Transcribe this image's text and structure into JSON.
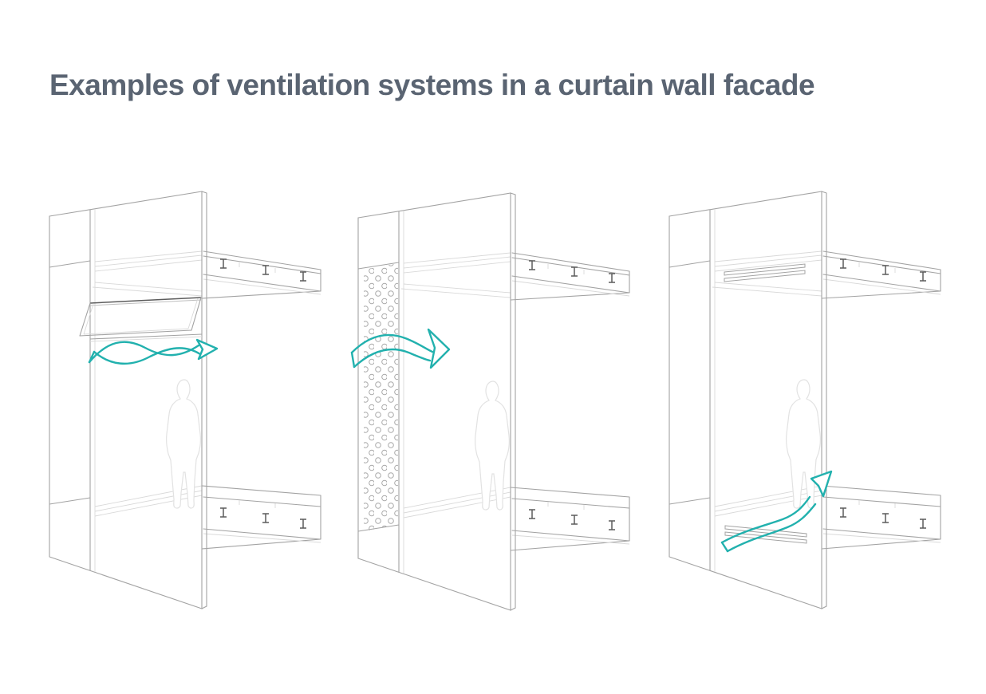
{
  "page": {
    "title": "Examples of ventilation systems in a curtain wall facade"
  },
  "colors": {
    "background": "#ffffff",
    "title": "#5a6472",
    "accent_teal": "#22b1ae",
    "line_main": "#a3a3a3",
    "line_medium": "#bfbfbf",
    "line_light": "#d9d9d9",
    "line_dark": "#5c5c5c",
    "silhouette": "#e2e2e2"
  },
  "figures": [
    {
      "name": "facade-with-top-hung-flap-vent"
    },
    {
      "name": "facade-with-perforated-panel-vent"
    },
    {
      "name": "facade-with-slot-vents"
    }
  ]
}
